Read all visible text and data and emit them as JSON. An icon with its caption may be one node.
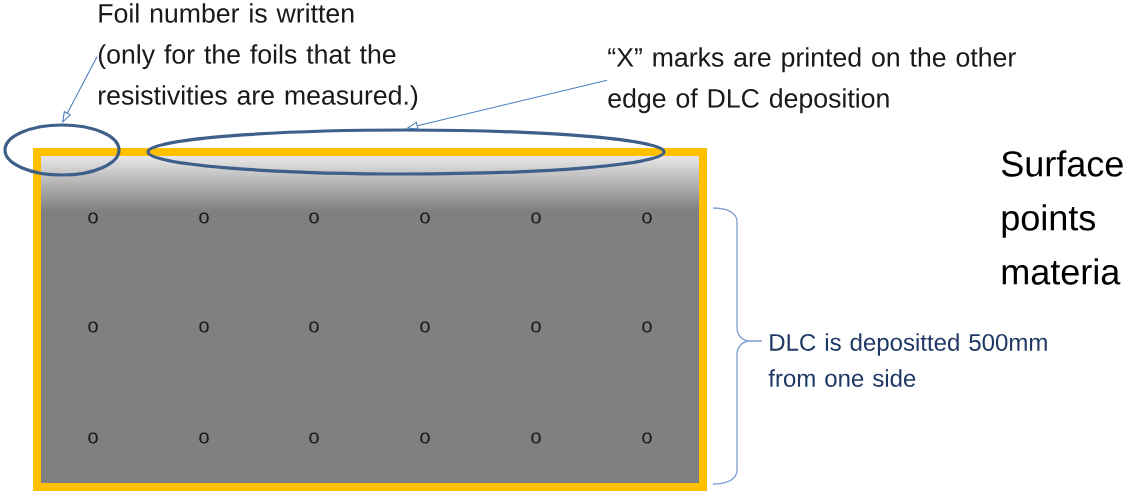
{
  "diagram": {
    "nodes": [
      {
        "text": [],
        "shape": "box"
      },
      {
        "text": [],
        "shape": "ellipse"
      },
      {
        "text": [],
        "shape": "ellipse"
      },
      {
        "text": [
          "Foil number is written (only for the foils that the resistivities are measured.)"
        ]
      },
      {
        "text": [
          "“X” marks are printed on the other edge of DLC deposition"
        ]
      }
    ],
    "edges": [
      {
        "from": 3,
        "to": 1,
        "arrow": "to"
      },
      {
        "from": 4,
        "to": 2,
        "arrow": "to"
      }
    ],
    "labels": [
      "o",
      "o",
      "o",
      "o",
      "o",
      "o",
      "o",
      "o",
      "o",
      "o",
      "o",
      "o",
      "o",
      "o",
      "o",
      "o",
      "o",
      "o",
      "Surface points materia",
      "DLC is depositted 500mm from one side"
    ]
  }
}
